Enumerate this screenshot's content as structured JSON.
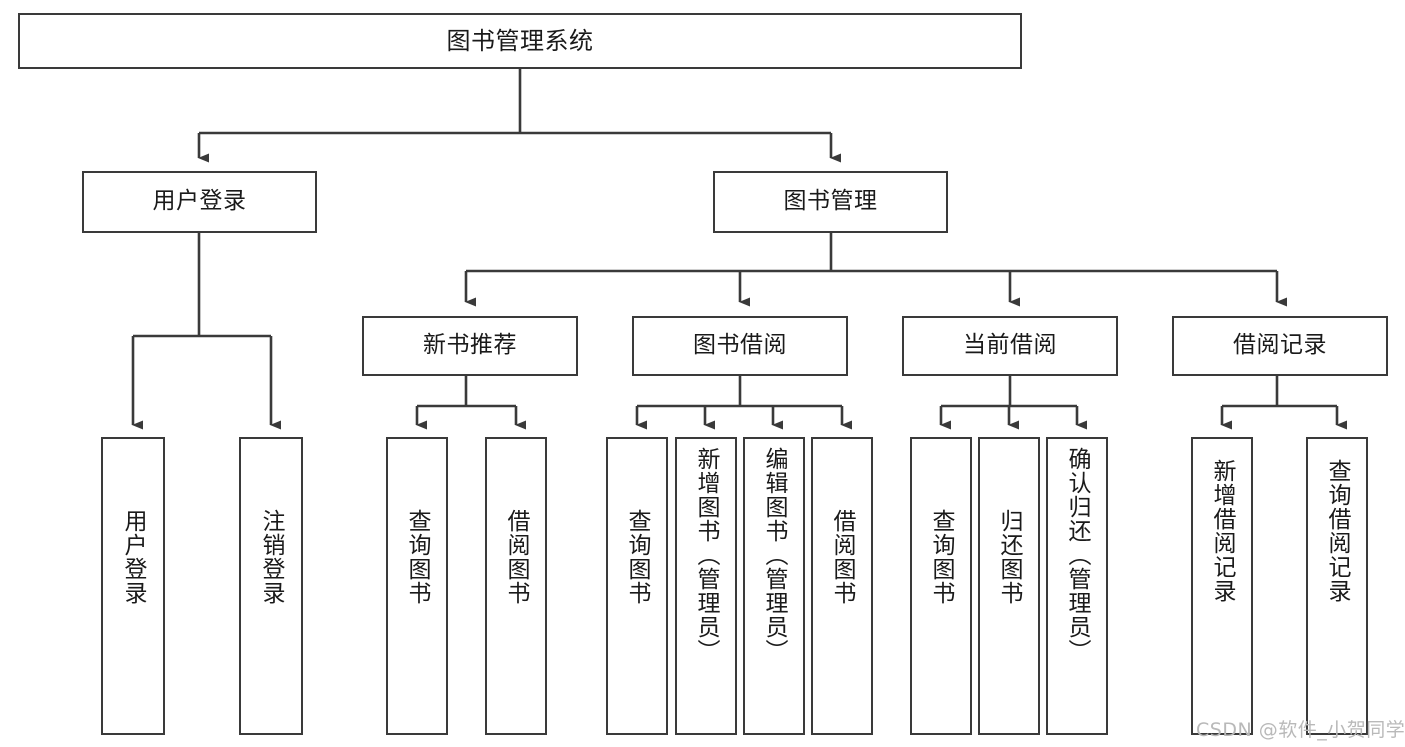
{
  "diagram": {
    "title": "图书管理系统",
    "type": "functional-structure-tree",
    "watermark": "CSDN @软件_小贺同学",
    "colors": {
      "background": "#ffffff",
      "box_border": "#3a3a3a",
      "connector": "#3a3a3a",
      "text": "#1a1a1a",
      "watermark": "#b9b9b9"
    },
    "levels": {
      "root": {
        "label": "图书管理系统"
      },
      "level2": [
        {
          "id": "user-login",
          "label": "用户登录"
        },
        {
          "id": "book-manage",
          "label": "图书管理"
        }
      ],
      "level3": [
        {
          "id": "new-book-recommend",
          "label": "新书推荐",
          "parent": "book-manage"
        },
        {
          "id": "book-borrow",
          "label": "图书借阅",
          "parent": "book-manage"
        },
        {
          "id": "current-borrow",
          "label": "当前借阅",
          "parent": "book-manage"
        },
        {
          "id": "borrow-record",
          "label": "借阅记录",
          "parent": "book-manage"
        }
      ],
      "leaves": [
        {
          "id": "leaf-user-login",
          "label": "用户登录",
          "parent": "user-login"
        },
        {
          "id": "leaf-logout-login",
          "label": "注销登录",
          "parent": "user-login"
        },
        {
          "id": "leaf-query-book-1",
          "label": "查询图书",
          "parent": "new-book-recommend"
        },
        {
          "id": "leaf-borrow-book-1",
          "label": "借阅图书",
          "parent": "new-book-recommend"
        },
        {
          "id": "leaf-query-book-2",
          "label": "查询图书",
          "parent": "book-borrow"
        },
        {
          "id": "leaf-add-book",
          "label": "新增图书（管理员）",
          "parent": "book-borrow"
        },
        {
          "id": "leaf-edit-book",
          "label": "编辑图书（管理员）",
          "parent": "book-borrow"
        },
        {
          "id": "leaf-borrow-book-2",
          "label": "借阅图书",
          "parent": "book-borrow"
        },
        {
          "id": "leaf-query-book-3",
          "label": "查询图书",
          "parent": "current-borrow"
        },
        {
          "id": "leaf-return-book",
          "label": "归还图书",
          "parent": "current-borrow"
        },
        {
          "id": "leaf-confirm-return",
          "label": "确认归还（管理员）",
          "parent": "current-borrow"
        },
        {
          "id": "leaf-add-record",
          "label": "新增借阅记录",
          "parent": "borrow-record"
        },
        {
          "id": "leaf-query-record",
          "label": "查询借阅记录",
          "parent": "borrow-record"
        }
      ]
    }
  }
}
